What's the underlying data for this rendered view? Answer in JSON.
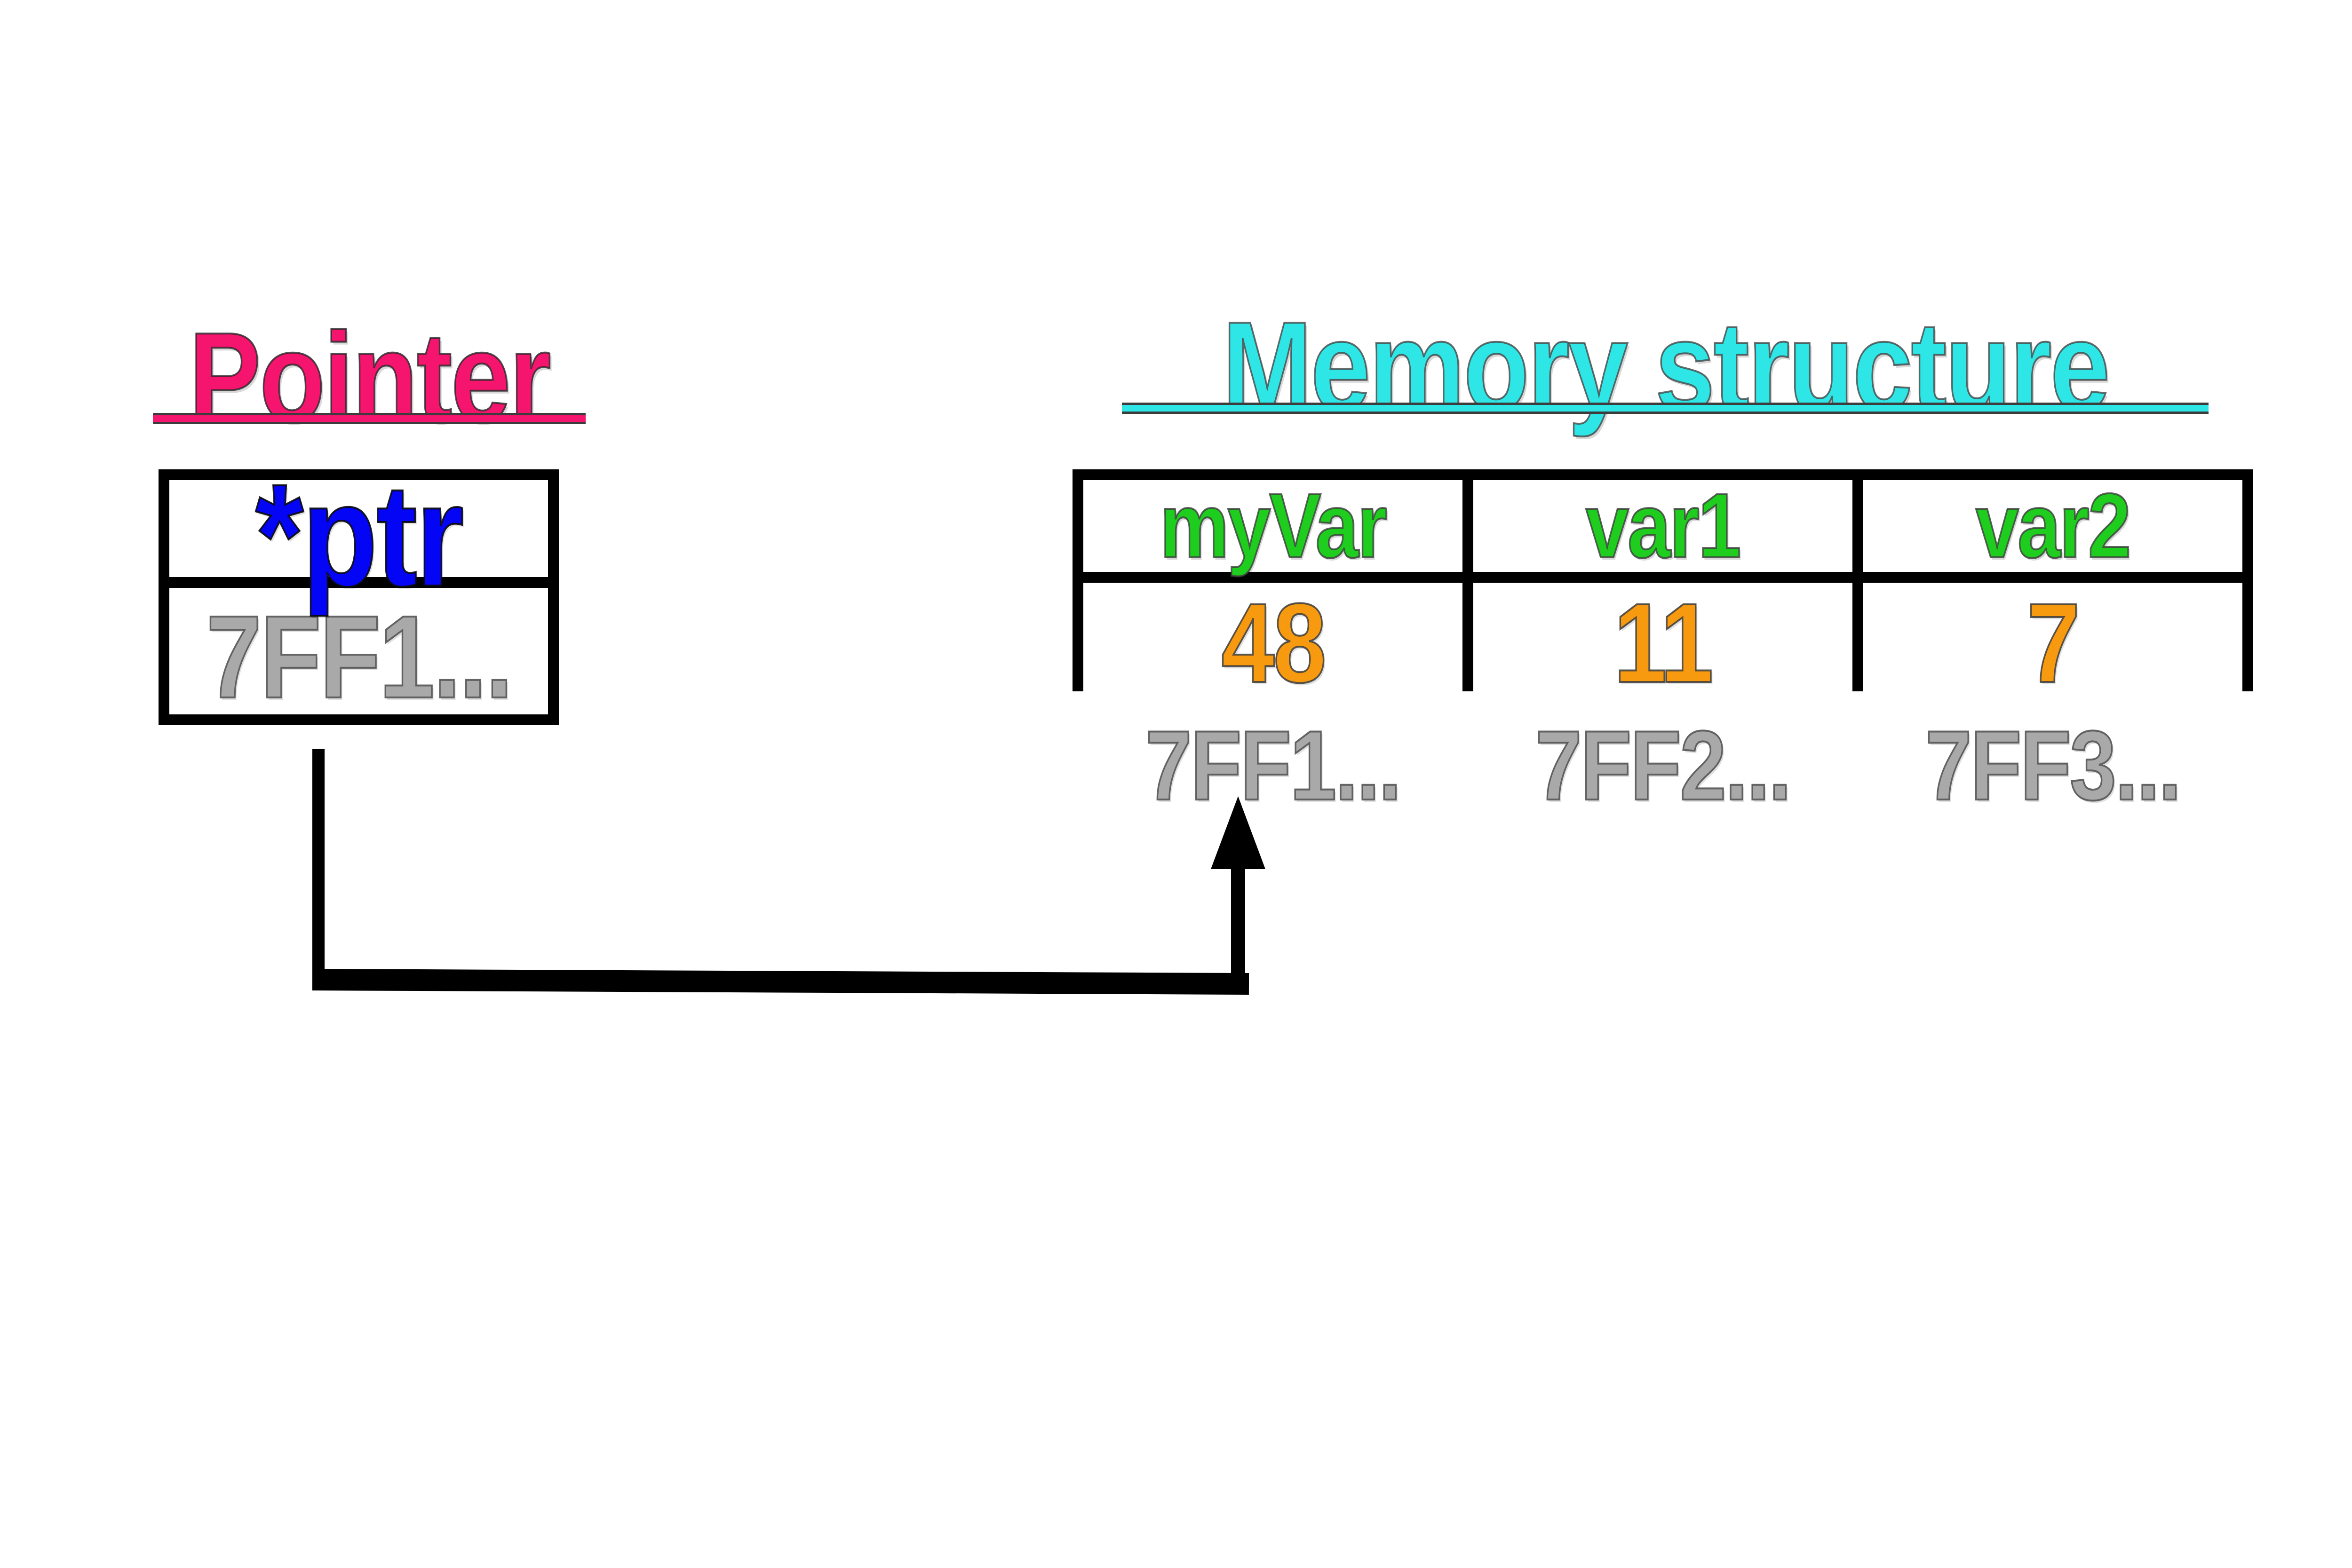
{
  "diagram": {
    "pointer": {
      "title": "Pointer",
      "variable": "*ptr",
      "address": "7FF1..."
    },
    "memory": {
      "title": "Memory structure",
      "cells": [
        {
          "name": "myVar",
          "value": "48",
          "address": "7FF1..."
        },
        {
          "name": "var1",
          "value": "11",
          "address": "7FF2..."
        },
        {
          "name": "var2",
          "value": "7",
          "address": "7FF3..."
        }
      ]
    },
    "arrow": {
      "from": "pointer address cell",
      "to": "memory address 7FF1..."
    },
    "colors": {
      "pointer_title": "#f5146e",
      "memory_title": "#2ee6e6",
      "pointer_variable": "#0505f5",
      "address_text": "#a9a9a9",
      "variable_name": "#1ecd1e",
      "value_text": "#f79a10",
      "arrow": "#000000",
      "table_border": "#000000"
    }
  }
}
